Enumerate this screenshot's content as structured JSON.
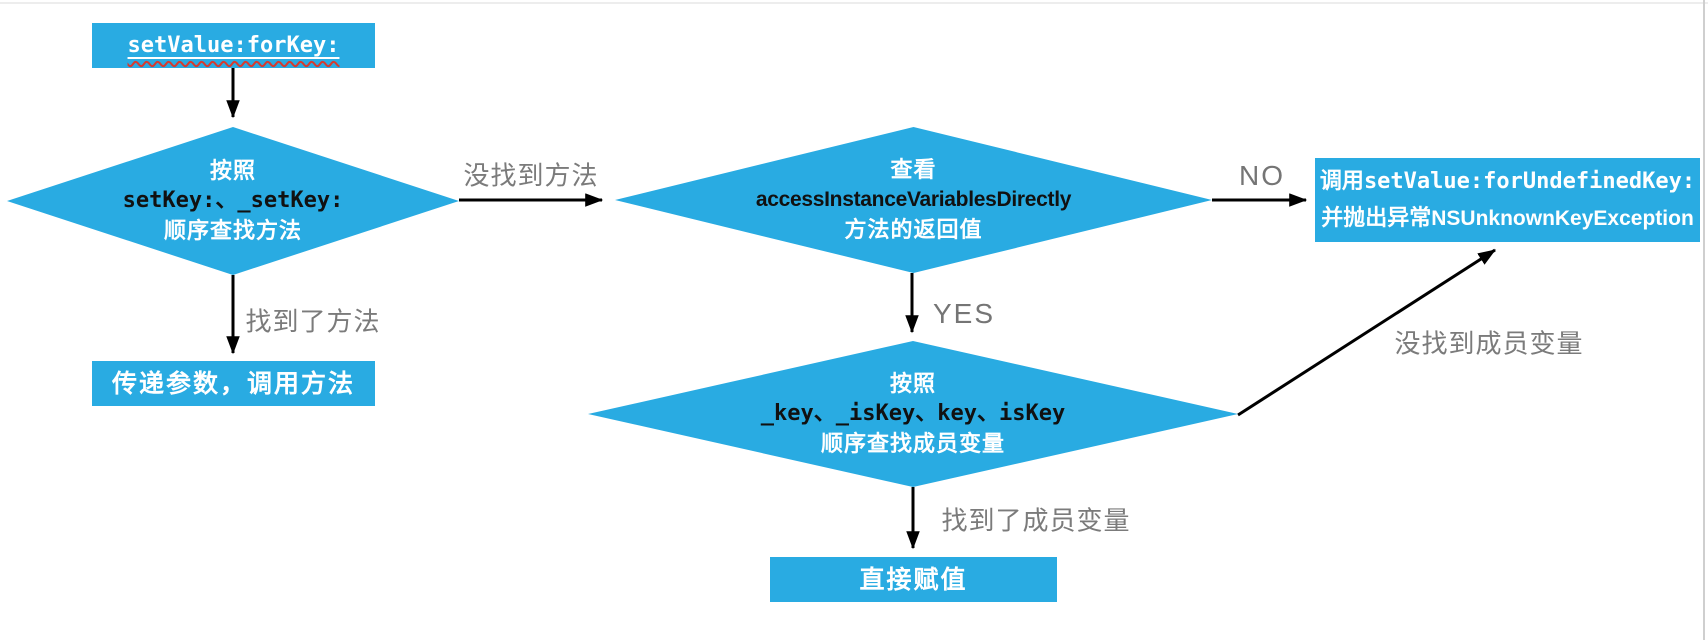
{
  "diagram": {
    "description": "KVC setValue:forKey: lookup flowchart",
    "nodes": {
      "start": {
        "code": "setValue:forKey:"
      },
      "find_method_diamond": {
        "line1": "按照",
        "line2": "setKey:、_setKey:",
        "line3": "顺序查找方法"
      },
      "check_access_diamond": {
        "line1": "查看",
        "line2": "accessInstanceVariablesDirectly",
        "line3": "方法的返回值"
      },
      "call_method_box": {
        "label": "传递参数，调用方法"
      },
      "undefined_key_box": {
        "line1_prefix": "调用",
        "line1_code": "setValue:forUndefinedKey:",
        "line2_prefix": "并抛出异常",
        "line2_code": "NSUnknownKeyException"
      },
      "find_ivar_diamond": {
        "line1": "按照",
        "line2": "_key、_isKey、key、isKey",
        "line3": "顺序查找成员变量"
      },
      "assign_box": {
        "label": "直接赋值"
      }
    },
    "edge_labels": {
      "method_not_found": "没找到方法",
      "method_found": "找到了方法",
      "no": "NO",
      "yes": "YES",
      "ivar_found": "找到了成员变量",
      "ivar_not_found": "没找到成员变量"
    },
    "colors": {
      "node_fill": "#29ABE2",
      "node_text_white": "#FFFFFF",
      "code_text_dark": "#111111",
      "edge_label_gray": "#7B7B7B",
      "arrow_black": "#000000",
      "spellcheck_wavy_red": "#D63A2F",
      "page_border_gray": "#CFCFCF"
    }
  }
}
